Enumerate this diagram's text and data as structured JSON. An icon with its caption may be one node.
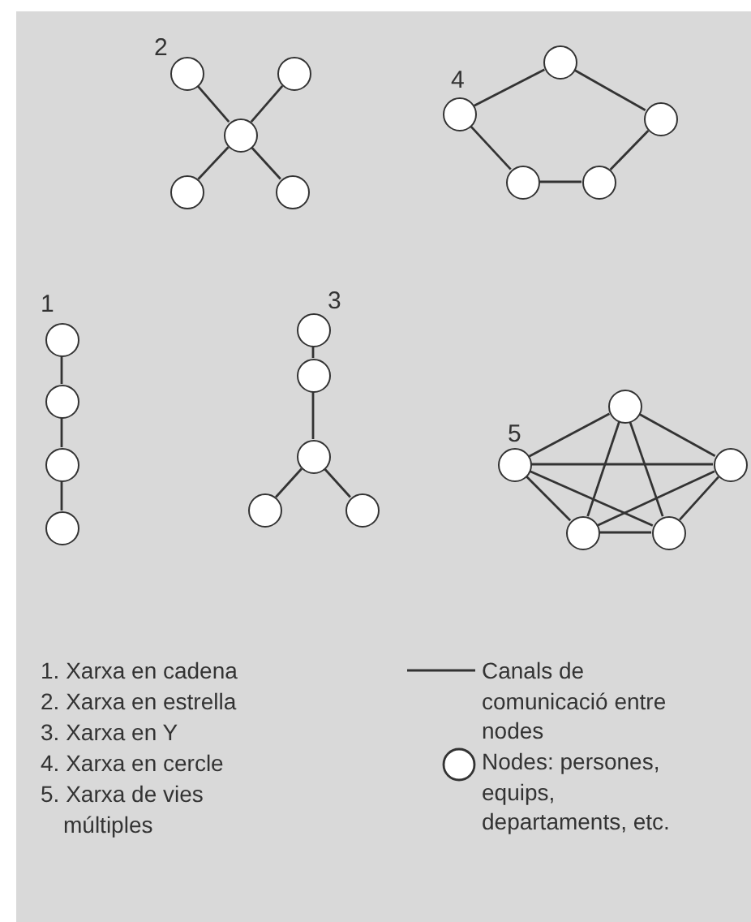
{
  "diagram": {
    "nodes": [
      {
        "text": [],
        "shape": "circle"
      },
      {
        "text": [],
        "shape": "circle"
      },
      {
        "text": [],
        "shape": "circle"
      },
      {
        "text": [],
        "shape": "circle"
      },
      {
        "text": [],
        "shape": "circle"
      },
      {
        "text": [],
        "shape": "circle"
      },
      {
        "text": [],
        "shape": "circle"
      },
      {
        "text": [],
        "shape": "circle"
      },
      {
        "text": [],
        "shape": "circle"
      },
      {
        "text": [],
        "shape": "circle"
      },
      {
        "text": [],
        "shape": "circle"
      },
      {
        "text": [],
        "shape": "circle"
      },
      {
        "text": [],
        "shape": "circle"
      },
      {
        "text": [],
        "shape": "circle"
      },
      {
        "text": [],
        "shape": "circle"
      },
      {
        "text": [],
        "shape": "circle"
      },
      {
        "text": [],
        "shape": "circle"
      },
      {
        "text": [],
        "shape": "circle"
      },
      {
        "text": [],
        "shape": "circle"
      },
      {
        "text": [],
        "shape": "circle"
      },
      {
        "text": [],
        "shape": "circle"
      },
      {
        "text": [],
        "shape": "circle"
      },
      {
        "text": [],
        "shape": "circle"
      },
      {
        "text": [],
        "shape": "circle"
      }
    ],
    "edges": [
      {
        "from": 0,
        "to": 2,
        "arrow": "none"
      },
      {
        "from": 1,
        "to": 2,
        "arrow": "none"
      },
      {
        "from": 2,
        "to": 3,
        "arrow": "none"
      },
      {
        "from": 2,
        "to": 4,
        "arrow": "none"
      },
      {
        "from": 6,
        "to": 5,
        "arrow": "none"
      },
      {
        "from": 5,
        "to": 7,
        "arrow": "none"
      },
      {
        "from": 7,
        "to": 9,
        "arrow": "none"
      },
      {
        "from": 9,
        "to": 8,
        "arrow": "none"
      },
      {
        "from": 8,
        "to": 6,
        "arrow": "none"
      },
      {
        "from": 10,
        "to": 11,
        "arrow": "none"
      },
      {
        "from": 11,
        "to": 12,
        "arrow": "none"
      },
      {
        "from": 12,
        "to": 13,
        "arrow": "none"
      },
      {
        "from": 14,
        "to": 15,
        "arrow": "none"
      },
      {
        "from": 15,
        "to": 16,
        "arrow": "none"
      },
      {
        "from": 16,
        "to": 17,
        "arrow": "none"
      },
      {
        "from": 16,
        "to": 18,
        "arrow": "none"
      },
      {
        "from": 19,
        "to": 20,
        "arrow": "none"
      },
      {
        "from": 19,
        "to": 21,
        "arrow": "none"
      },
      {
        "from": 19,
        "to": 22,
        "arrow": "none"
      },
      {
        "from": 19,
        "to": 23,
        "arrow": "none"
      },
      {
        "from": 20,
        "to": 21,
        "arrow": "none"
      },
      {
        "from": 20,
        "to": 22,
        "arrow": "none"
      },
      {
        "from": 20,
        "to": 23,
        "arrow": "none"
      },
      {
        "from": 21,
        "to": 22,
        "arrow": "none"
      },
      {
        "from": 21,
        "to": 23,
        "arrow": "none"
      },
      {
        "from": 22,
        "to": 23,
        "arrow": "none"
      }
    ],
    "labels": [
      "2",
      "4",
      "1",
      "3",
      "5",
      "1. Xarxa en cadena",
      "2. Xarxa en estrella",
      "3. Xarxa en Y",
      "4. Xarxa en cercle",
      "5. Xarxa de vies múltiples"
    ],
    "legend": [
      {
        "text": "Canals de comunicació entre nodes"
      },
      {
        "text": "Nodes: persones, equips, departaments, etc."
      }
    ]
  }
}
